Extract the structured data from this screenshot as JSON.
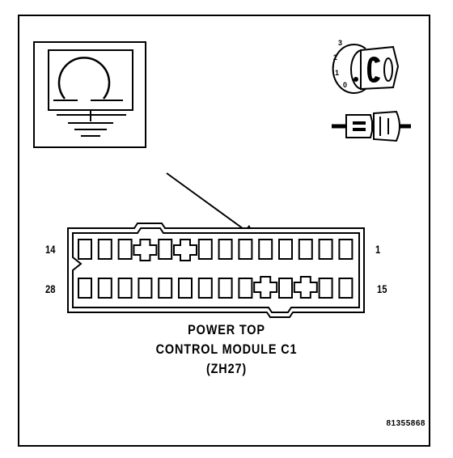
{
  "caption": {
    "line1": "POWER TOP",
    "line2": "CONTROL MODULE C1",
    "line3": "(ZH27)"
  },
  "connector": {
    "pin_top_left": "14",
    "pin_top_right": "1",
    "pin_bottom_left": "28",
    "pin_bottom_right": "15"
  },
  "ignition": {
    "positions": [
      "3",
      "2",
      "1",
      "0"
    ]
  },
  "figure_code": "81355868"
}
